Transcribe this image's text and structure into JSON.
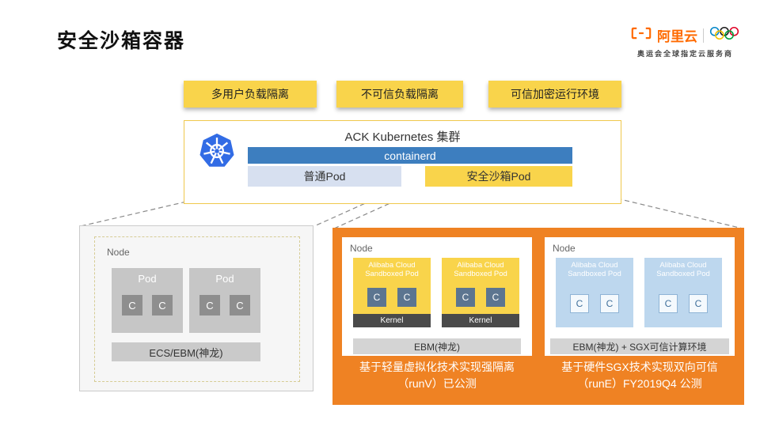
{
  "title": "安全沙箱容器",
  "logo": {
    "brand": "阿里云",
    "tagline": "奥运会全球指定云服务商"
  },
  "chips": [
    "多用户负载隔离",
    "不可信负载隔离",
    "可信加密运行环境"
  ],
  "cluster": {
    "title": "ACK Kubernetes 集群",
    "runtime": "containerd",
    "normal_pod": "普通Pod",
    "sandbox_pod": "安全沙箱Pod"
  },
  "left_node": {
    "label": "Node",
    "pods": [
      {
        "label": "Pod",
        "containers": [
          "C",
          "C"
        ]
      },
      {
        "label": "Pod",
        "containers": [
          "C",
          "C"
        ]
      }
    ],
    "base": "ECS/EBM(神龙)"
  },
  "sandbox_section": {
    "panels": [
      {
        "node": "Node",
        "pods": [
          {
            "label": "Alibaba Cloud Sandboxed Pod",
            "containers": [
              "C",
              "C"
            ],
            "kernel": "Kernel"
          },
          {
            "label": "Alibaba Cloud Sandboxed Pod",
            "containers": [
              "C",
              "C"
            ],
            "kernel": "Kernel"
          }
        ],
        "base": "EBM(神龙)",
        "caption": [
          "基于轻量虚拟化技术实现强隔离",
          "（runV）已公测"
        ]
      },
      {
        "node": "Node",
        "pods": [
          {
            "label": "Alibaba Cloud Sandboxed Pod",
            "containers": [
              "C",
              "C"
            ]
          },
          {
            "label": "Alibaba Cloud Sandboxed Pod",
            "containers": [
              "C",
              "C"
            ]
          }
        ],
        "base": "EBM(神龙) + SGX可信计算环境",
        "caption": [
          "基于硬件SGX技术实现双向可信",
          "（runE）FY2019Q4 公测"
        ]
      }
    ]
  },
  "colors": {
    "accent_yellow": "#F9D44B",
    "accent_orange": "#EF8223",
    "runtime_blue": "#3D7EBF",
    "normal_pod_blue": "#D7E0F0",
    "sandbox_pod_blue": "#BDD7EE",
    "kubernetes_blue": "#326CE5",
    "brand_orange": "#FF6A00"
  }
}
